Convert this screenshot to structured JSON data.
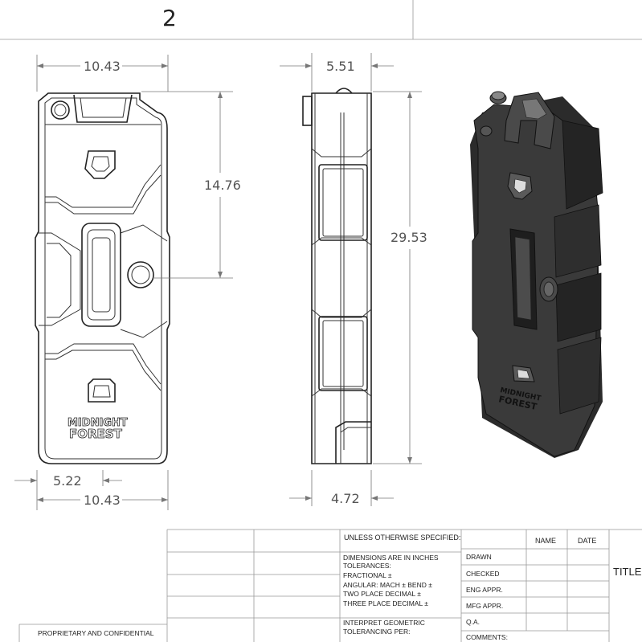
{
  "zone_label": "2",
  "dimensions": {
    "front_width_top": "10.43",
    "front_width_bottom": "10.43",
    "front_offset": "5.22",
    "front_height_partial": "14.76",
    "side_width_top": "5.51",
    "side_width_bottom": "4.72",
    "overall_height": "29.53"
  },
  "logo": {
    "line1": "MIDNIGHT",
    "line2": "FOREST"
  },
  "title_block": {
    "unless_specified": "UNLESS OTHERWISE SPECIFIED:",
    "col_name": "NAME",
    "col_date": "DATE",
    "dims_line1": "DIMENSIONS ARE IN INCHES",
    "dims_line2": "TOLERANCES:",
    "dims_line3": "FRACTIONAL ±",
    "dims_line4": "ANGULAR: MACH ±    BEND ±",
    "dims_line5": "TWO PLACE DECIMAL    ±",
    "dims_line6": "THREE PLACE DECIMAL   ±",
    "interpret_line1": "INTERPRET GEOMETRIC",
    "interpret_line2": "TOLERANCING PER:",
    "drawn": "DRAWN",
    "checked": "CHECKED",
    "eng_appr": "ENG APPR.",
    "mfg_appr": "MFG APPR.",
    "qa": "Q.A.",
    "comments": "COMMENTS:",
    "title": "TITLE:",
    "proprietary": "PROPRIETARY AND CONFIDENTIAL"
  }
}
